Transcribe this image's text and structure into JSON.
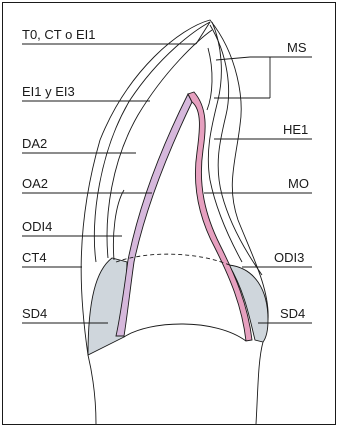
{
  "labels": {
    "t0_ct_ei1": "T0, CT o EI1",
    "ei1_ei3": "EI1 y EI3",
    "da2": "DA2",
    "oa2": "OA2",
    "odi4": "ODI4",
    "ct4": "CT4",
    "sd4_left": "SD4",
    "ms": "MS",
    "he1": "HE1",
    "mo": "MO",
    "odi3": "ODI3",
    "sd4_right": "SD4"
  },
  "colors": {
    "shaded_region": "#cfd6dc",
    "enamel_band_left": "#d6b8dc",
    "enamel_band_right": "#e6a0bf",
    "line": "#1a1a1a"
  }
}
